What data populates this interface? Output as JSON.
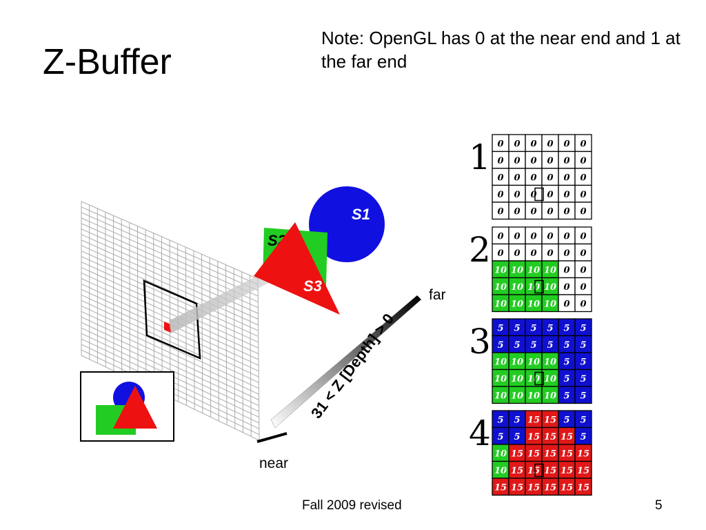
{
  "slide": {
    "title": "Z-Buffer",
    "note": "Note: OpenGL has 0 at the near end and 1 at the far end",
    "footer": "Fall 2009 revised",
    "page_number": "5"
  },
  "scene": {
    "shapes": [
      {
        "id": "s1",
        "label": "S1",
        "color": "#1010e0"
      },
      {
        "id": "s2",
        "label": "S2",
        "color": "#22cc22"
      },
      {
        "id": "s3",
        "label": "S3",
        "color": "#ee1111"
      }
    ],
    "depth_axis": {
      "text": "31 < Z [Depth] > 0",
      "far_label": "far",
      "near_label": "near"
    }
  },
  "zbuffer_steps": [
    {
      "step": "1",
      "rows": [
        [
          "0",
          "0",
          "0",
          "0",
          "0",
          "0"
        ],
        [
          "0",
          "0",
          "0",
          "0",
          "0",
          "0"
        ],
        [
          "0",
          "0",
          "0",
          "0",
          "0",
          "0"
        ],
        [
          "0",
          "0",
          "0",
          "0",
          "0",
          "0"
        ],
        [
          "0",
          "0",
          "0",
          "0",
          "0",
          "0"
        ]
      ]
    },
    {
      "step": "2",
      "rows": [
        [
          "0",
          "0",
          "0",
          "0",
          "0",
          "0"
        ],
        [
          "0",
          "0",
          "0",
          "0",
          "0",
          "0"
        ],
        [
          "10",
          "10",
          "10",
          "10",
          "0",
          "0"
        ],
        [
          "10",
          "10",
          "10",
          "10",
          "0",
          "0"
        ],
        [
          "10",
          "10",
          "10",
          "10",
          "0",
          "0"
        ]
      ]
    },
    {
      "step": "3",
      "rows": [
        [
          "5",
          "5",
          "5",
          "5",
          "5",
          "5"
        ],
        [
          "5",
          "5",
          "5",
          "5",
          "5",
          "5"
        ],
        [
          "10",
          "10",
          "10",
          "10",
          "5",
          "5"
        ],
        [
          "10",
          "10",
          "10",
          "10",
          "5",
          "5"
        ],
        [
          "10",
          "10",
          "10",
          "10",
          "5",
          "5"
        ]
      ]
    },
    {
      "step": "4",
      "rows": [
        [
          "5",
          "5",
          "15",
          "15",
          "5",
          "5"
        ],
        [
          "5",
          "5",
          "15",
          "15",
          "15",
          "5"
        ],
        [
          "10",
          "15",
          "15",
          "15",
          "15",
          "15"
        ],
        [
          "10",
          "15",
          "15",
          "15",
          "15",
          "15"
        ],
        [
          "15",
          "15",
          "15",
          "15",
          "15",
          "15"
        ]
      ]
    }
  ],
  "colors": {
    "zero_cell": "#ffffff",
    "10": "#22cc22",
    "5": "#1010d0",
    "15": "#e01818"
  }
}
